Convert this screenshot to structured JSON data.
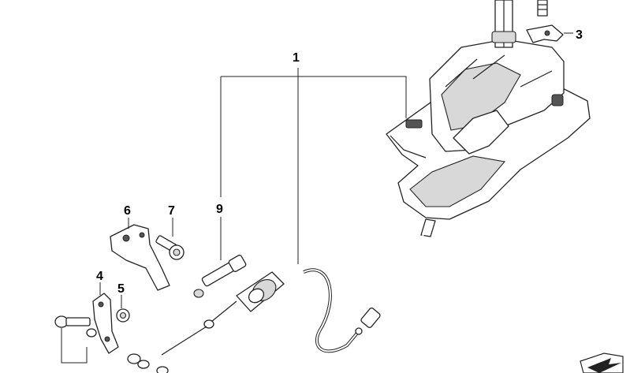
{
  "diagram": {
    "callouts": [
      {
        "key": "c1",
        "label": "1"
      },
      {
        "key": "c3",
        "label": "3"
      },
      {
        "key": "c4",
        "label": "4"
      },
      {
        "key": "c5",
        "label": "5"
      },
      {
        "key": "c6",
        "label": "6"
      },
      {
        "key": "c7",
        "label": "7"
      },
      {
        "key": "c9",
        "label": "9"
      }
    ],
    "parts": [
      "gear-selector-housing",
      "shift-lever",
      "retaining-clip",
      "selector-cable",
      "cable-bracket",
      "bracket-bolt",
      "lever-bracket",
      "nut",
      "threaded-pin",
      "mounting-bolt",
      "catalog-arrow-icon"
    ]
  }
}
